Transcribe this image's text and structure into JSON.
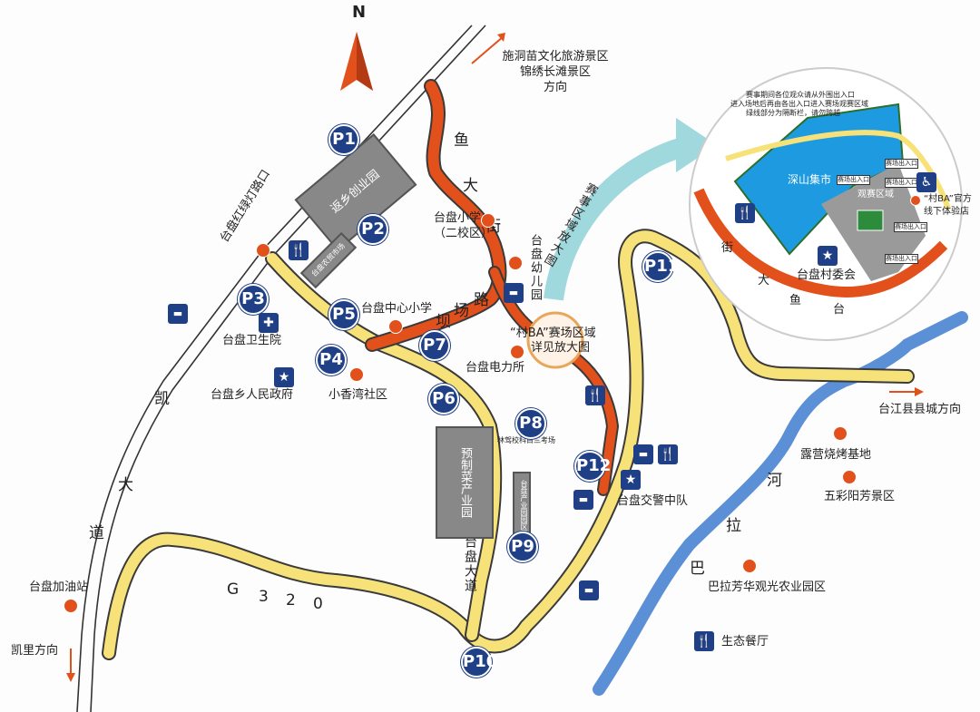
{
  "compass": {
    "label": "N"
  },
  "directions": {
    "top": [
      "施洞苗文化旅游景区",
      "锦绣长滩景区",
      "方向"
    ],
    "right": "台江县县城方向",
    "left": "凯里方向"
  },
  "roads": {
    "kaida": [
      "凯",
      "大",
      "道"
    ],
    "taipan_dadao": "台盘大道",
    "g320": [
      "G",
      "3",
      "2",
      "0"
    ],
    "yulong_street": [
      "鱼",
      "大",
      "街"
    ],
    "bachang_road": [
      "坝",
      "场",
      "路"
    ],
    "zoom_hint": "赛事区域放大图"
  },
  "river": {
    "name": [
      "巴",
      "拉",
      "河"
    ]
  },
  "places": {
    "hongludeng": "台盘红绿灯路口",
    "weishengyuan": "台盘卫生院",
    "zhengfu": "台盘乡人民政府",
    "xiaoxiangwan": "小香湾社区",
    "zhongxinxiaoxue": "台盘中心小学",
    "xiaoxue_2": "台盘小学",
    "xiaoxue_2b": "（二校区）",
    "youeryuan": [
      "台",
      "盘",
      "幼",
      "儿",
      "园"
    ],
    "dianlisuo": "台盘电力所",
    "cunba_area": "“村BA”赛场区域",
    "cunba_area_sub": "详见放大图",
    "jiaojing": "台盘交警中队",
    "jiayouzhan": "台盘加油站",
    "lubing": "露营烧烤基地",
    "wucai": "五彩阳芳景区",
    "bala_farm": "巴拉芳华观光农业园区",
    "shengtai": "生态餐厅",
    "fanxiang": "返乡创业园",
    "yuzhi": "预制菜产业园",
    "nongmao": "台盘农贸市场",
    "jiaxiao": "林驾校科目三考场",
    "cunba_blue": "台盘产业园园区"
  },
  "parking": [
    "P1",
    "P2",
    "P3",
    "P4",
    "P5",
    "P6",
    "P7",
    "P8",
    "P9",
    "P10",
    "P11",
    "P12"
  ],
  "inset": {
    "notice": [
      "赛事期间各位观众请从外围出入口",
      "进入场地后再由各出入口进入赛场观赛区域",
      "绿线部分为隔断栏，请勿跨越"
    ],
    "market": "深山集市",
    "watch_area": "观赛区域",
    "entry_a": "赛场出入口",
    "entry_b": "赛场出入口",
    "entry_c": "赛场出入口",
    "entry_d": "赛场出入口",
    "entry_e": "赛场出入口",
    "store": "“村BA”官方",
    "store2": "线下体验店",
    "committee": "台盘村委会",
    "street_letters": [
      "街",
      "大",
      "鱼",
      "台"
    ]
  },
  "colors": {
    "accent_red": "#e2501b",
    "parking_blue": "#1f3f86",
    "road_yellow": "#f7e27a",
    "river_blue": "#5b8fd6",
    "market_blue": "#1e9be0"
  }
}
